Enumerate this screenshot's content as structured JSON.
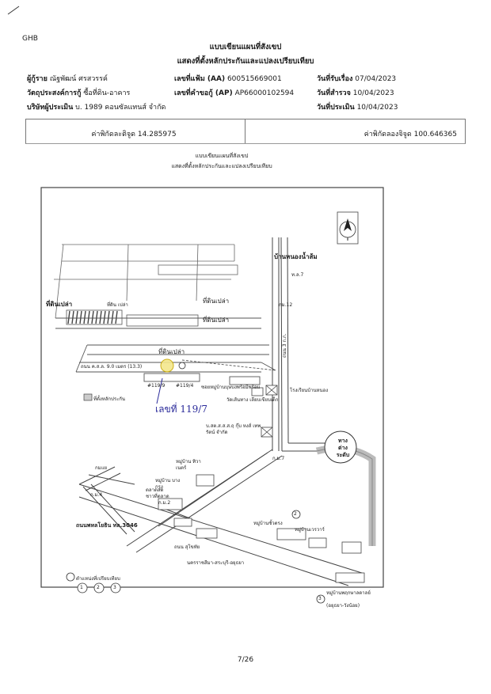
{
  "header": {
    "code": "GHB",
    "title_line1": "แบบเขียนแผนที่สังเขป",
    "title_line2": "แสดงที่ตั้งหลักประกันและแปลงเปรียบเทียบ",
    "row1": {
      "left_label": "ผู้กู้ราย",
      "left_value": "ณัฐพัฒน์ ศรสวรรค์",
      "mid_label": "เลขที่แฟ้ม (AA)",
      "mid_value": "600515669001",
      "right_label": "วันที่รับเรื่อง",
      "right_value": "07/04/2023"
    },
    "row2": {
      "left_label": "วัตถุประสงค์การกู้",
      "left_value": "ซื้อที่ดิน-อาคาร",
      "mid_label": "เลขที่คำขอกู้ (AP)",
      "mid_value": "AP66000102594",
      "right_label": "วันที่สำรวจ",
      "right_value": "10/04/2023"
    },
    "row3": {
      "left_label": "บริษัทผู้ประเมิน",
      "left_value": "บ. 1989 คอนซัลแทนส์ จำกัด",
      "right_label": "วันที่ประเมิน",
      "right_value": "10/04/2023"
    },
    "latitude_label": "ค่าพิกัดละติจูด",
    "latitude_value": "14.285975",
    "longitude_label": "ค่าพิกัดลองจิจูด",
    "longitude_value": "100.646365"
  },
  "map": {
    "title_line1": "แบบเขียนแผนที่สังเขป",
    "title_line2": "แสดงที่ตั้งหลักประกันและแปลงเปรียบเทียบ",
    "labels": {
      "empty_land_left": "ที่ดินเปล่า",
      "empty_land_top": "ที่ดินเปล่า",
      "empty_land_mid": "ที่ดินเปล่า",
      "empty_land_center": "ที่ดินเปล่า",
      "empty_land_small": "ที่ดิน เปล่า",
      "village_top": "บ้านหนองน้ำส้ม",
      "road_soi_left": "ถนน ค.ส.ล. 9.0 เมตร (13.3)",
      "lot_119_9": "#119/9",
      "lot_119_4": "#119/4",
      "road_to_village": "ซอยหมู่บ้านบุษบงพร้อมีพร้อม",
      "handwritten_lot": "เลขที่ 119/7",
      "collateral_legend": "ที่ตั้งหลักประกัน",
      "temple": "วัดเส้นทาง เลียบเขียบเด็ก",
      "school": "โรงเรียนบ้านหนอง",
      "junction": "ทาง ต่างระดับ",
      "factory": "บ.สต.ส.ส.ส.ฤ กุ๊บ หงส์ เทพรัตน์ จำกัด",
      "village_1": "หมู่บ้าน ทิวาเนตร์",
      "village_2": "หมู่บ้าน บางกรุง",
      "market": "ตลาดสด ชาวที่ตลาด",
      "highway": "ถนนพหลโยธิน ทล.3046",
      "village_3": "หมู่บ้านชั้วตรง",
      "village_4": "หมู่บ้านเวรวาร์",
      "village_5": "หมู่บ้านพฤกษาลดาลย์",
      "road_to_city_1": "ถนน สุโขทัย",
      "road_to_city_2": "นครราชสีมา-สระบุรี-อยุธยา",
      "road_to_city_3": "(อยุธยา-วังน้อย)",
      "kfc_left": "กมแย",
      "km_left": "ก.ม.4",
      "km_mid": "ก.ม.2",
      "km_road": "กม.12",
      "north_road_label_1": "ถนน 3 ก.ก.",
      "north_road_label_2": "ท.ล.7",
      "house_top": "ก.ม.7",
      "compare_legend_title": "ตำแหน่งที่เปรียบเทียบ",
      "compare_1": "1",
      "compare_2": "2",
      "compare_3": "3",
      "circle_2": "2",
      "circle_3": "3"
    }
  },
  "footer": {
    "page": "7/26"
  }
}
